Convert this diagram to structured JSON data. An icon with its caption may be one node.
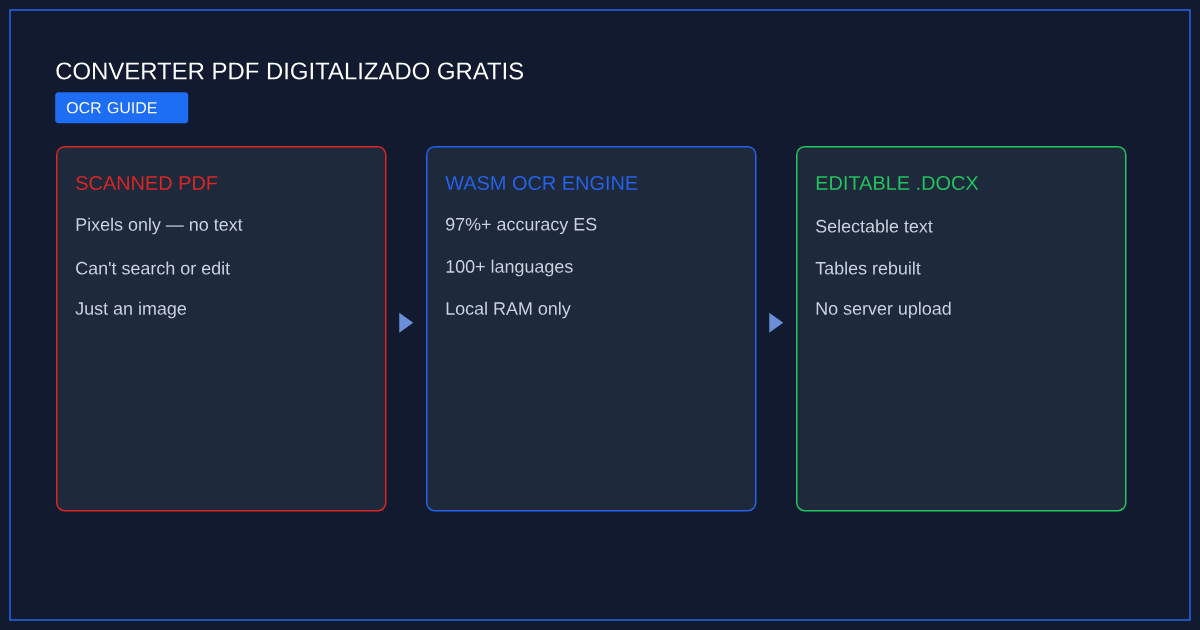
{
  "diagram": {
    "title": "CONVERTER PDF DIGITALIZADO GRATIS",
    "nodes": [
      {
        "text": [
          "OCR GUIDE"
        ]
      },
      {
        "text": [
          "SCANNED PDF",
          "Pixels only — no text",
          "Can't search or edit",
          "Just an image"
        ]
      },
      {
        "text": [
          "WASM OCR ENGINE",
          "97%+ accuracy ES",
          "100+ languages",
          "Local RAM only"
        ]
      },
      {
        "text": [
          "EDITABLE .DOCX",
          "Selectable text",
          "Tables rebuilt",
          "No server upload"
        ]
      }
    ],
    "edges": [
      {
        "from": 1,
        "to": 2,
        "arrow": "to"
      },
      {
        "from": 2,
        "to": 3,
        "arrow": "to"
      }
    ]
  }
}
